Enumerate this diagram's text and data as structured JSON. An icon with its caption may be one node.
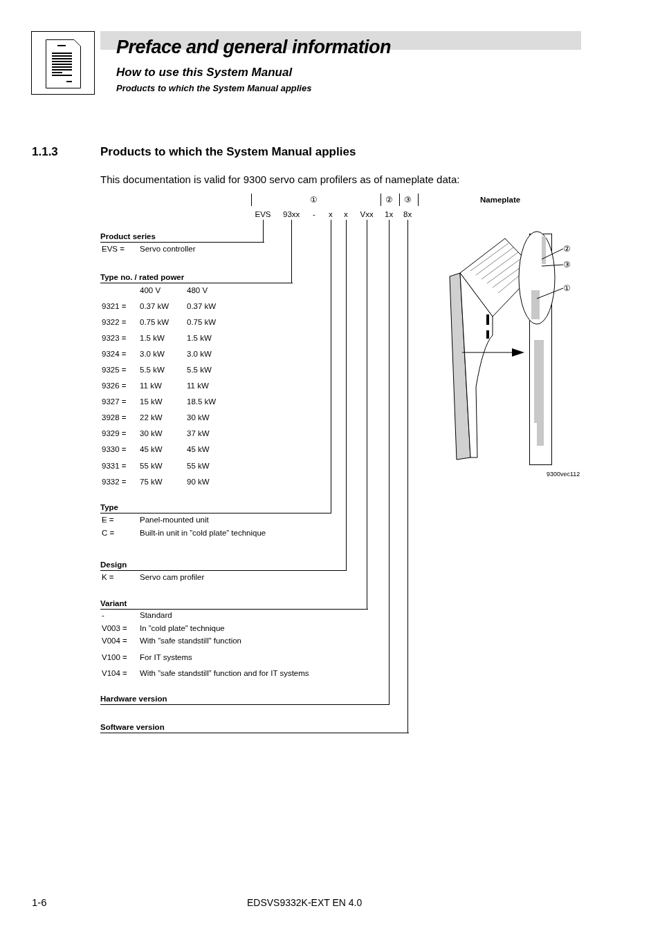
{
  "diagram": {
    "title": "Preface and general information",
    "nodes": [
      {
        "text": [
          "EVS"
        ]
      },
      {
        "text": [
          "93xx"
        ]
      },
      {
        "text": [
          "x"
        ]
      },
      {
        "text": [
          "x"
        ]
      },
      {
        "text": [
          "Vxx"
        ]
      },
      {
        "text": [
          "1x"
        ]
      },
      {
        "text": [
          "8x"
        ]
      },
      {
        "text": [
          "Product series"
        ]
      },
      {
        "text": [
          "Type no. / rated power"
        ]
      },
      {
        "text": [
          "Type"
        ]
      },
      {
        "text": [
          "Design"
        ]
      },
      {
        "text": [
          "Variant"
        ]
      },
      {
        "text": [
          "Hardware version"
        ]
      },
      {
        "text": [
          "Software version"
        ]
      },
      {
        "text": [
          "②"
        ]
      },
      {
        "text": [
          "③"
        ]
      },
      {
        "text": [
          "①"
        ]
      }
    ],
    "edges": [
      {
        "from": 0,
        "to": 7,
        "arrow": "none"
      },
      {
        "from": 1,
        "to": 8,
        "arrow": "none"
      },
      {
        "from": 2,
        "to": 9,
        "arrow": "none"
      },
      {
        "from": 3,
        "to": 10,
        "arrow": "none"
      },
      {
        "from": 4,
        "to": 11,
        "arrow": "none"
      },
      {
        "from": 5,
        "to": 12,
        "arrow": "none"
      },
      {
        "from": 6,
        "to": 13,
        "arrow": "none"
      },
      {
        "from": 14,
        "to": null,
        "arrow": "none"
      },
      {
        "from": 15,
        "to": null,
        "arrow": "none"
      },
      {
        "from": 16,
        "to": null,
        "arrow": "none"
      }
    ],
    "labels": [
      "How to use this System Manual",
      "Products to which the System Manual applies",
      "1.1.3",
      "Products to which the System Manual applies",
      "This documentation is valid for 9300 servo cam profilers as of nameplate data:",
      "①",
      "②",
      "③",
      "-",
      "Nameplate",
      "EVS =",
      "Servo controller",
      "400 V",
      "480 V",
      "9321 =",
      "0.37 kW",
      "0.37 kW",
      "9322 =",
      "0.75 kW",
      "0.75 kW",
      "9323 =",
      "1.5 kW",
      "1.5 kW",
      "9324 =",
      "3.0 kW",
      "3.0 kW",
      "9325 =",
      "5.5 kW",
      "5.5 kW",
      "9326 =",
      "11 kW",
      "11 kW",
      "9327 =",
      "15 kW",
      "18.5 kW",
      "3928 =",
      "22 kW",
      "30 kW",
      "9329 =",
      "30 kW",
      "37 kW",
      "9330 =",
      "45 kW",
      "45 kW",
      "9331 =",
      "55 kW",
      "55 kW",
      "9332 =",
      "75 kW",
      "90 kW",
      "E =",
      "Panel-mounted unit",
      "C =",
      "Built-in unit in ”cold plate” technique",
      "K =",
      "Servo cam profiler",
      "-",
      "Standard",
      "V003 =",
      "In ”cold plate” technique",
      "V004 =",
      "With ”safe standstill” function",
      "V100 =",
      "For IT systems",
      "V104 =",
      "With ”safe standstill” function and for IT systems",
      "9300vec112",
      "1-6",
      "EDSVS9332K-EXT EN 4.0"
    ]
  }
}
